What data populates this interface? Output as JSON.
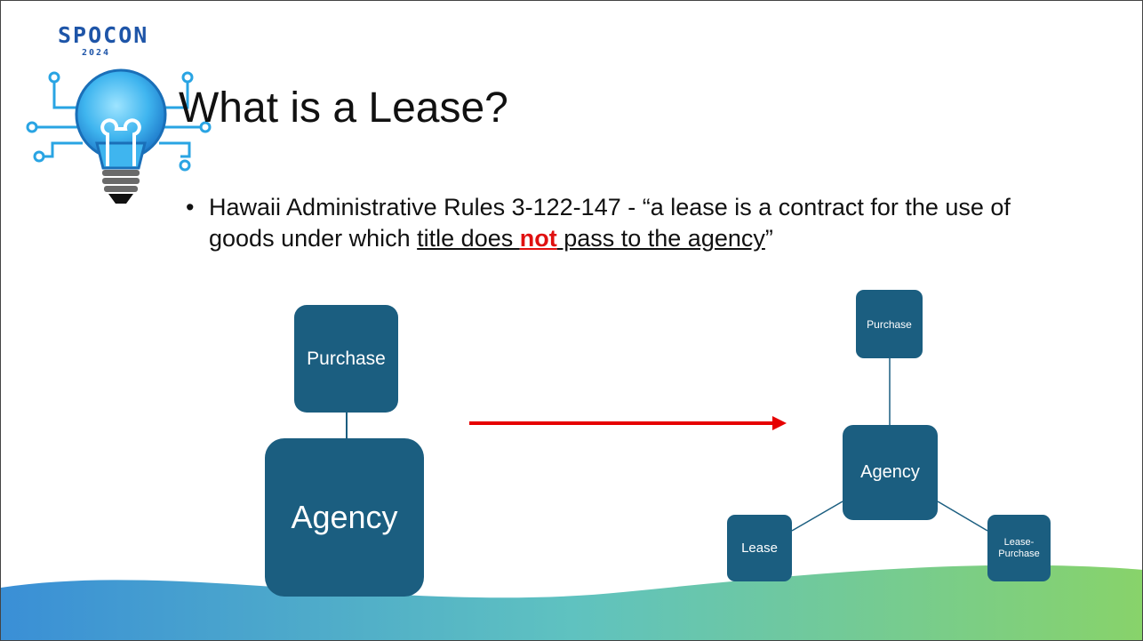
{
  "logo": {
    "name": "SPOCON",
    "year": "2024"
  },
  "title": "What is a Lease?",
  "bullet": {
    "marker": "•",
    "lead": "Hawaii Administrative Rules 3-122-147 - “a lease is a contract for the use of goods under which ",
    "underlined_1": "title does ",
    "emphasis": "not",
    "underlined_2": " pass to the agency",
    "trail": "”"
  },
  "left_diagram": {
    "top_label": "Purchase",
    "bottom_label": "Agency"
  },
  "right_diagram": {
    "top_label": "Purchase",
    "center_label": "Agency",
    "left_label": "Lease",
    "right_label": "Lease-\nPurchase"
  },
  "colors": {
    "box": "#1b5e80",
    "arrow": "#e60000",
    "emphasis": "#e01010",
    "wave_left": "#3a8fd6",
    "wave_right": "#88d36a",
    "logo_text": "#1e55a8"
  }
}
